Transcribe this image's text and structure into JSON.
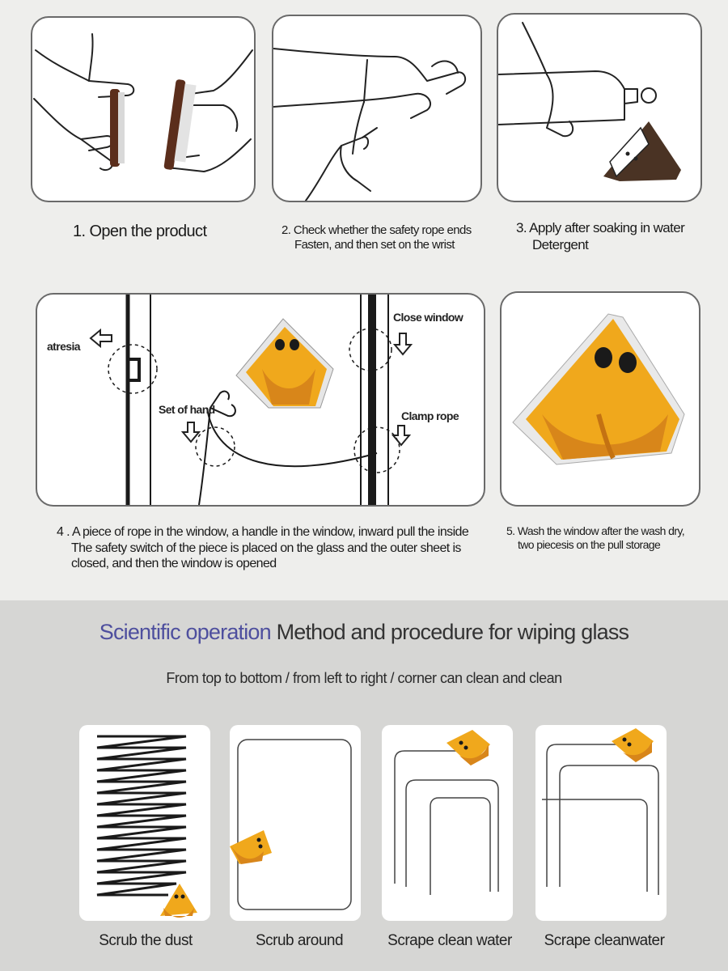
{
  "steps": [
    {
      "number": "1.",
      "text": "Open the product"
    },
    {
      "number": "2.",
      "lines": [
        "Check whether the safety rope ends",
        "Fasten, and then set on the wrist"
      ]
    },
    {
      "number": "3.",
      "lines": [
        "Apply after soaking in water",
        "Detergent"
      ]
    },
    {
      "number": "4 .",
      "lines": [
        "A piece of rope in the window, a handle in the window, inward pull the inside",
        "The safety switch of the piece is placed on the glass and the outer sheet is",
        "closed, and then the window is opened"
      ]
    },
    {
      "number": "5.",
      "lines": [
        "Wash the window after the wash dry,",
        "two piecesis on the pull storage"
      ]
    }
  ],
  "diagram_labels": {
    "atresia": "atresia",
    "close_window": "Close window",
    "set_of_hand": "Set of hand",
    "clamp_rope": "Clamp rope"
  },
  "section": {
    "heading_accent": "Scientific operation",
    "heading_rest": "Method and procedure for wiping glass",
    "subheading": "From top to bottom / from left to right / corner can clean and clean"
  },
  "methods": [
    "Scrub the dust",
    "Scrub around",
    "Scrape clean water",
    "Scrape cleanwater"
  ],
  "colors": {
    "accent": "#4e4f9e",
    "cleaner_yellow": "#f0a81c",
    "cleaner_orange": "#d8861a",
    "panel_border": "#6a6a6a"
  }
}
